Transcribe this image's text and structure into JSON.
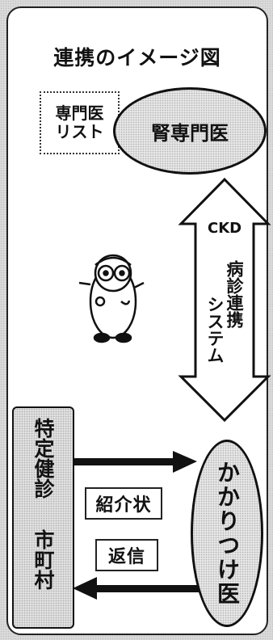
{
  "diagram": {
    "title": "連携のイメージ図",
    "specialist_list": {
      "line1": "専門医",
      "line2": "リスト"
    },
    "nephrologist": "腎専門医",
    "ckd_label": "CKD",
    "system_label": {
      "col1": "病診連携",
      "col2": "システム"
    },
    "health_checkup": "特定健診",
    "municipality": "市町村",
    "referral_letter": "紹介状",
    "reply": "返信",
    "family_doctor": "かかりつけ医"
  }
}
